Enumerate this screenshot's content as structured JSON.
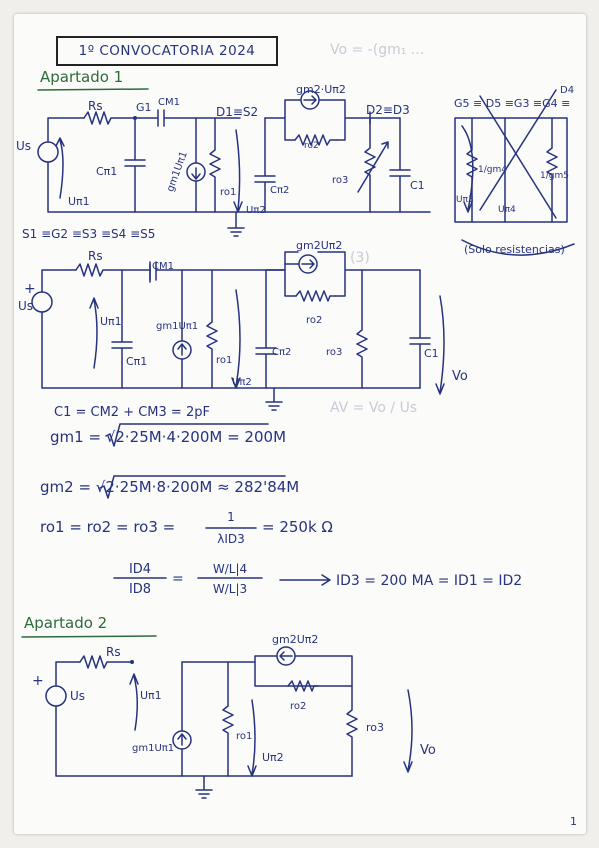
{
  "header": {
    "title": "1º CONVOCATORIA 2024"
  },
  "sections": {
    "s1": {
      "title": "Apartado 1"
    },
    "s2": {
      "title": "Apartado 2"
    }
  },
  "circuit1": {
    "rs": "Rs",
    "us": "Us",
    "ug1": "G1",
    "cm1": "CM1",
    "d1s2": "D1≡S2",
    "gm2": "gm2·Uπ2",
    "ro2": "ro2",
    "d2d3": "D2≡D3",
    "cpi1": "Cπ1",
    "upi1": "Uπ1",
    "gm1": "gm1Uπ1",
    "ro1": "ro1",
    "upi2": "Uπ2",
    "cpi2": "Cπ2",
    "ro3": "ro3",
    "c1": "C1",
    "ground_nodes": "S1 ≡G2 ≡S3 ≡S4 ≡S5"
  },
  "aside": {
    "nodes": "G5 ≡ D5 ≡G3 ≡G4 ≡",
    "d4": "D4",
    "gmg": "1/gm4",
    "gm5": "1/gm5",
    "upi3": "Uπ3",
    "upi4": "Uπ4",
    "note": "(Solo resistencias)"
  },
  "circuit2": {
    "plus": "+",
    "us": "Us",
    "rs": "Rs",
    "cm1": "CM1",
    "upi1": "Uπ1",
    "cpi1": "Cπ1",
    "gm1": "gm1Uπ1",
    "ro1": "ro1",
    "upi2": "Uπ2",
    "cpi2": "Cπ2",
    "gm2": "gm2Uπ2",
    "ro2": "ro2",
    "ro3": "ro3",
    "c1": "C1",
    "vo": "Vo"
  },
  "equations": {
    "c1": "C1 = CM2 + CM3 = 2pF",
    "gm1": "gm1 = √2·25M·4·200M = 200M",
    "gm2": "gm2 = √2·25M·8·200M ≈ 282'84M",
    "ro_lhs": "ro1 = ro2 = ro3 =",
    "ro_num": "1",
    "ro_den": "λID3",
    "ro_rhs": "= 250k Ω",
    "id_num": "ID4",
    "id_den": "ID8",
    "wl_num": "W/L|4",
    "wl_den": "W/L|3",
    "id_result": "ID3 = 200 MA = ID1 = ID2"
  },
  "circuit3": {
    "plus": "+",
    "us": "Us",
    "rs": "Rs",
    "upi1": "Uπ1",
    "gm1": "gm1Uπ1",
    "ro1": "ro1",
    "upi2": "Uπ2",
    "gm2": "gm2Uπ2",
    "ro2": "ro2",
    "ro3": "ro3",
    "vo": "Vo"
  },
  "footer": {
    "page": "1"
  }
}
